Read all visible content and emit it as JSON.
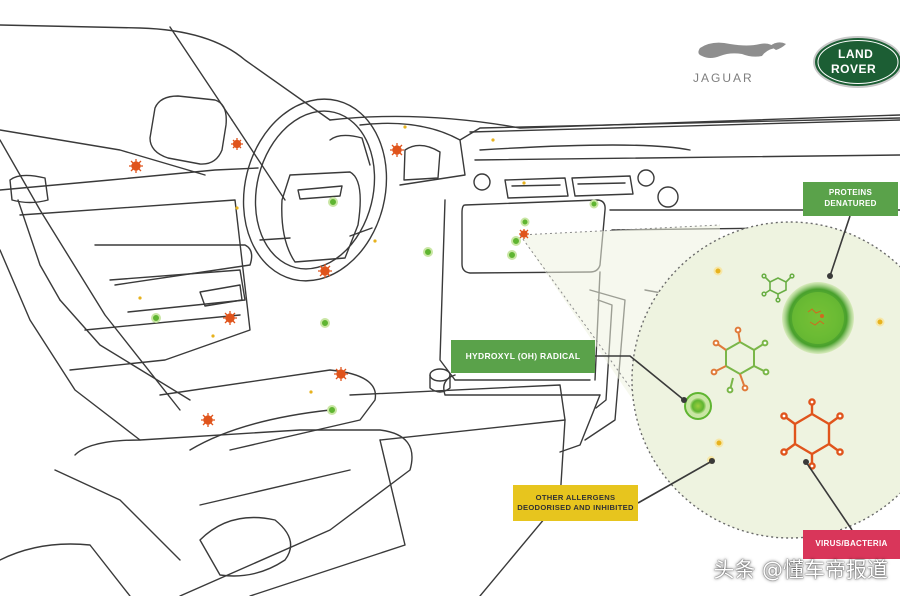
{
  "brands": {
    "jaguar_wordmark": "JAGUAR",
    "landrover_line1": "LAND",
    "landrover_line2": "ROVER"
  },
  "callouts": {
    "proteins": [
      "PROTEINS",
      "DENATURED"
    ],
    "hydroxyl": "HYDROXYL (OH) RADICAL",
    "allergens": [
      "OTHER ALLERGENS",
      "DEODORISED AND INHIBITED"
    ],
    "virus": "VIRUS/BACTERIA"
  },
  "watermark": "头条 @懂车帝报道",
  "colors": {
    "green": "#5aa24a",
    "yellow": "#e7c51e",
    "red": "#d9365a",
    "virus_orange": "#e0541c",
    "zoom_bg": "#eef3e0",
    "line": "#3a3a3a"
  }
}
